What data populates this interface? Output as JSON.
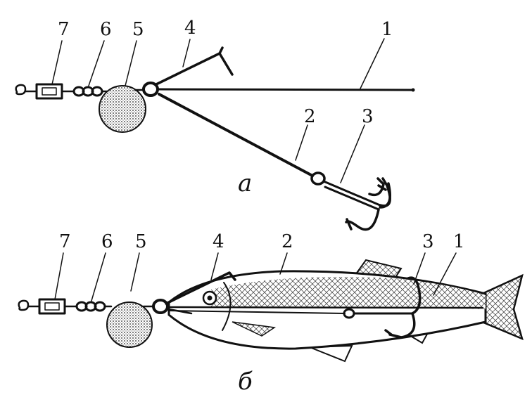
{
  "diagram": {
    "panel_a": {
      "caption": "а",
      "labels": {
        "l1": "1",
        "l2": "2",
        "l3": "3",
        "l4": "4",
        "l5": "5",
        "l6": "6",
        "l7": "7"
      }
    },
    "panel_b": {
      "caption": "б",
      "labels": {
        "l1": "1",
        "l2": "2",
        "l3": "3",
        "l4": "4",
        "l5": "5",
        "l6": "6",
        "l7": "7"
      }
    }
  }
}
